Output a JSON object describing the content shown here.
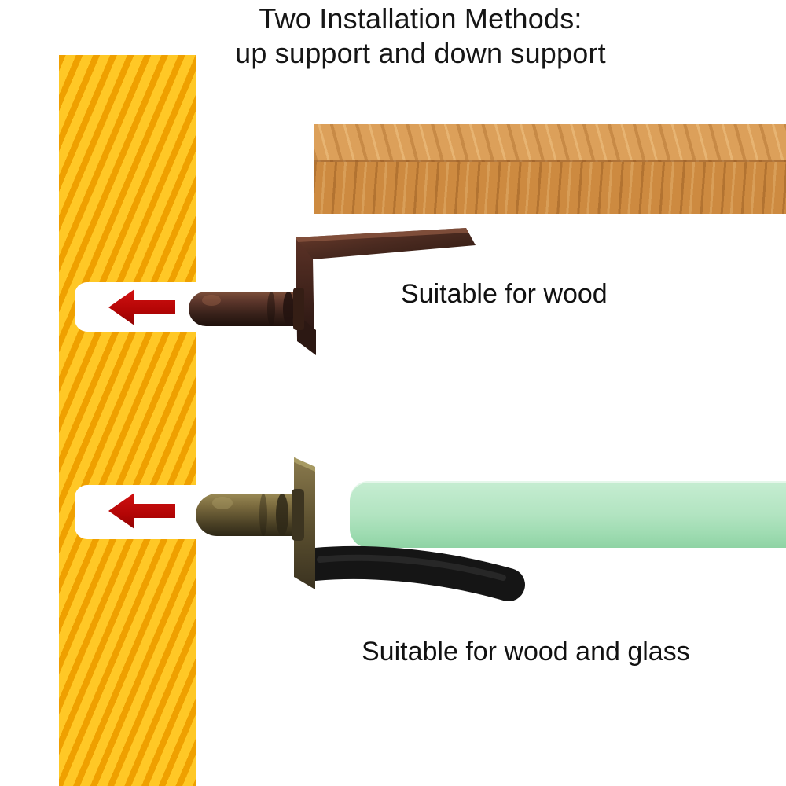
{
  "title": {
    "line1": "Two Installation Methods:",
    "line2": "up support and down support"
  },
  "methods": [
    {
      "name": "up-support",
      "caption": "Suitable for wood"
    },
    {
      "name": "down-support",
      "caption": "Suitable for wood and glass"
    }
  ],
  "icons": {
    "insert_direction": "left-arrow-icon",
    "up_support_hardware": "l-shaped-shelf-pin-bronze",
    "down_support_hardware": "shelf-pin-with-rubber-arm-brass"
  },
  "colors": {
    "panel_yellow": "#ffc826",
    "panel_stripe": "#efa000",
    "arrow_red": "#bf0808",
    "wood_base": "#cd8a40",
    "glass_green": "#b2e4c1",
    "bracket_bronze": "#4a2c1f",
    "bracket_brass": "#6f6238",
    "arm_black": "#151515"
  }
}
